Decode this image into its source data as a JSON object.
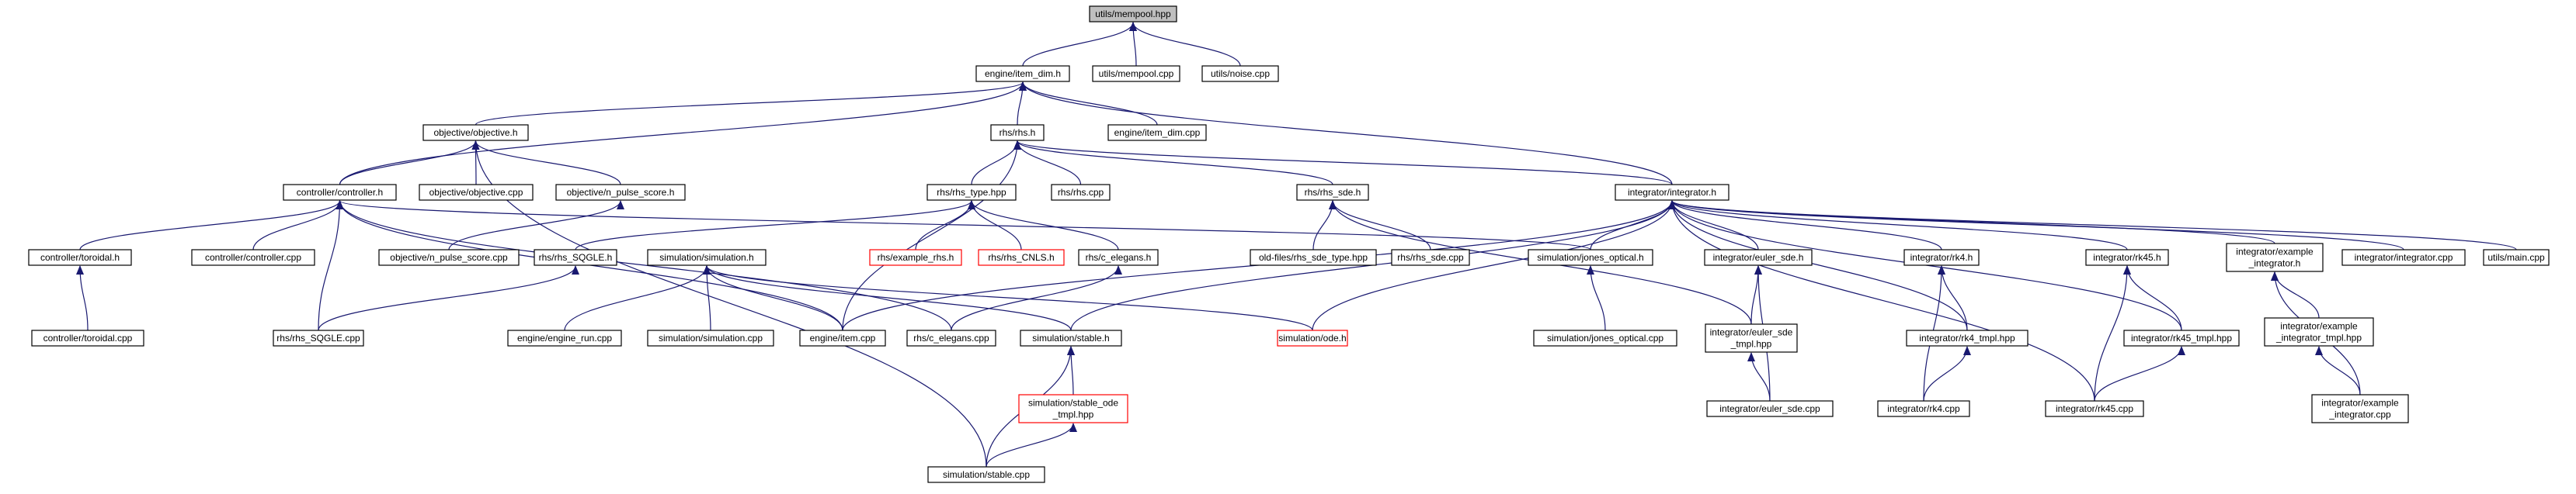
{
  "diagram": {
    "title": "",
    "colors": {
      "edge": "#191970",
      "root_fill": "#bfbfbf",
      "missing_border": "#ff0000",
      "node_fill": "#ffffff",
      "node_border": "#000000"
    },
    "nodes": [
      {
        "id": "mempool_hpp",
        "lines": [
          "utils/mempool.hpp"
        ],
        "style": "root"
      },
      {
        "id": "item_dim_h",
        "lines": [
          "engine/item_dim.h"
        ]
      },
      {
        "id": "mempool_cpp",
        "lines": [
          "utils/mempool.cpp"
        ]
      },
      {
        "id": "noise_cpp",
        "lines": [
          "utils/noise.cpp"
        ]
      },
      {
        "id": "objective_h",
        "lines": [
          "objective/objective.h"
        ]
      },
      {
        "id": "rhs_h",
        "lines": [
          "rhs/rhs.h"
        ]
      },
      {
        "id": "item_dim_cpp",
        "lines": [
          "engine/item_dim.cpp"
        ]
      },
      {
        "id": "controller_h",
        "lines": [
          "controller/controller.h"
        ]
      },
      {
        "id": "objective_cpp",
        "lines": [
          "objective/objective.cpp"
        ]
      },
      {
        "id": "n_pulse_h",
        "lines": [
          "objective/n_pulse_score.h"
        ]
      },
      {
        "id": "rhs_type_hpp",
        "lines": [
          "rhs/rhs_type.hpp"
        ]
      },
      {
        "id": "rhs_cpp",
        "lines": [
          "rhs/rhs.cpp"
        ]
      },
      {
        "id": "rhs_sde_h",
        "lines": [
          "rhs/rhs_sde.h"
        ]
      },
      {
        "id": "integrator_h",
        "lines": [
          "integrator/integrator.h"
        ]
      },
      {
        "id": "toroidal_h",
        "lines": [
          "controller/toroidal.h"
        ]
      },
      {
        "id": "controller_cpp",
        "lines": [
          "controller/controller.cpp"
        ]
      },
      {
        "id": "n_pulse_cpp",
        "lines": [
          "objective/n_pulse_score.cpp"
        ]
      },
      {
        "id": "rhs_sqgle_h",
        "lines": [
          "rhs/rhs_SQGLE.h"
        ]
      },
      {
        "id": "simulation_h",
        "lines": [
          "simulation/simulation.h"
        ]
      },
      {
        "id": "example_rhs_h",
        "lines": [
          "rhs/example_rhs.h"
        ],
        "style": "red"
      },
      {
        "id": "rhs_cnls_h",
        "lines": [
          "rhs/rhs_CNLS.h"
        ],
        "style": "red"
      },
      {
        "id": "c_elegans_h",
        "lines": [
          "rhs/c_elegans.h"
        ]
      },
      {
        "id": "old_rhs_sde_type",
        "lines": [
          "old-files/rhs_sde_type.hpp"
        ]
      },
      {
        "id": "rhs_sde_cpp",
        "lines": [
          "rhs/rhs_sde.cpp"
        ]
      },
      {
        "id": "jones_optical_h",
        "lines": [
          "simulation/jones_optical.h"
        ]
      },
      {
        "id": "euler_sde_h",
        "lines": [
          "integrator/euler_sde.h"
        ]
      },
      {
        "id": "rk4_h",
        "lines": [
          "integrator/rk4.h"
        ]
      },
      {
        "id": "rk45_h",
        "lines": [
          "integrator/rk45.h"
        ]
      },
      {
        "id": "example_integrator_h",
        "lines": [
          "integrator/example",
          "_integrator.h"
        ]
      },
      {
        "id": "integrator_cpp",
        "lines": [
          "integrator/integrator.cpp"
        ]
      },
      {
        "id": "main_cpp",
        "lines": [
          "utils/main.cpp"
        ]
      },
      {
        "id": "toroidal_cpp",
        "lines": [
          "controller/toroidal.cpp"
        ]
      },
      {
        "id": "rhs_sqgle_cpp",
        "lines": [
          "rhs/rhs_SQGLE.cpp"
        ]
      },
      {
        "id": "engine_run_cpp",
        "lines": [
          "engine/engine_run.cpp"
        ]
      },
      {
        "id": "simulation_cpp",
        "lines": [
          "simulation/simulation.cpp"
        ]
      },
      {
        "id": "item_cpp",
        "lines": [
          "engine/item.cpp"
        ]
      },
      {
        "id": "c_elegans_cpp",
        "lines": [
          "rhs/c_elegans.cpp"
        ]
      },
      {
        "id": "stable_h",
        "lines": [
          "simulation/stable.h"
        ]
      },
      {
        "id": "ode_h",
        "lines": [
          "simulation/ode.h"
        ],
        "style": "red"
      },
      {
        "id": "jones_optical_cpp",
        "lines": [
          "simulation/jones_optical.cpp"
        ]
      },
      {
        "id": "euler_sde_tmpl",
        "lines": [
          "integrator/euler_sde",
          "_tmpl.hpp"
        ]
      },
      {
        "id": "rk4_tmpl",
        "lines": [
          "integrator/rk4_tmpl.hpp"
        ]
      },
      {
        "id": "rk45_tmpl",
        "lines": [
          "integrator/rk45_tmpl.hpp"
        ]
      },
      {
        "id": "example_integrator_tmpl",
        "lines": [
          "integrator/example",
          "_integrator_tmpl.hpp"
        ]
      },
      {
        "id": "stable_ode_tmpl",
        "lines": [
          "simulation/stable_ode",
          "_tmpl.hpp"
        ],
        "style": "red"
      },
      {
        "id": "euler_sde_cpp",
        "lines": [
          "integrator/euler_sde.cpp"
        ]
      },
      {
        "id": "rk4_cpp",
        "lines": [
          "integrator/rk4.cpp"
        ]
      },
      {
        "id": "rk45_cpp",
        "lines": [
          "integrator/rk45.cpp"
        ]
      },
      {
        "id": "example_integrator_cpp",
        "lines": [
          "integrator/example",
          "_integrator.cpp"
        ]
      },
      {
        "id": "stable_cpp",
        "lines": [
          "simulation/stable.cpp"
        ]
      }
    ],
    "edges": [
      [
        "item_dim_h",
        "mempool_hpp"
      ],
      [
        "mempool_cpp",
        "mempool_hpp"
      ],
      [
        "noise_cpp",
        "mempool_hpp"
      ],
      [
        "objective_h",
        "item_dim_h"
      ],
      [
        "rhs_h",
        "item_dim_h"
      ],
      [
        "item_dim_cpp",
        "item_dim_h"
      ],
      [
        "controller_h",
        "item_dim_h"
      ],
      [
        "integrator_h",
        "item_dim_h"
      ],
      [
        "controller_h",
        "objective_h"
      ],
      [
        "objective_cpp",
        "objective_h"
      ],
      [
        "n_pulse_h",
        "objective_h"
      ],
      [
        "stable_cpp",
        "objective_h"
      ],
      [
        "rhs_type_hpp",
        "rhs_h"
      ],
      [
        "rhs_cpp",
        "rhs_h"
      ],
      [
        "rhs_sde_h",
        "rhs_h"
      ],
      [
        "integrator_h",
        "rhs_h"
      ],
      [
        "item_cpp",
        "rhs_h"
      ],
      [
        "toroidal_h",
        "controller_h"
      ],
      [
        "controller_cpp",
        "controller_h"
      ],
      [
        "rhs_sqgle_cpp",
        "controller_h"
      ],
      [
        "item_cpp",
        "controller_h"
      ],
      [
        "c_elegans_cpp",
        "controller_h"
      ],
      [
        "jones_optical_h",
        "controller_h"
      ],
      [
        "n_pulse_cpp",
        "n_pulse_h"
      ],
      [
        "rhs_sqgle_h",
        "rhs_type_hpp"
      ],
      [
        "example_rhs_h",
        "rhs_type_hpp"
      ],
      [
        "rhs_cnls_h",
        "rhs_type_hpp"
      ],
      [
        "c_elegans_h",
        "rhs_type_hpp"
      ],
      [
        "old_rhs_sde_type",
        "rhs_sde_h"
      ],
      [
        "rhs_sde_cpp",
        "rhs_sde_h"
      ],
      [
        "euler_sde_tmpl",
        "rhs_sde_h"
      ],
      [
        "jones_optical_h",
        "integrator_h"
      ],
      [
        "euler_sde_h",
        "integrator_h"
      ],
      [
        "rk4_h",
        "integrator_h"
      ],
      [
        "rk45_h",
        "integrator_h"
      ],
      [
        "example_integrator_h",
        "integrator_h"
      ],
      [
        "integrator_cpp",
        "integrator_h"
      ],
      [
        "main_cpp",
        "integrator_h"
      ],
      [
        "item_cpp",
        "integrator_h"
      ],
      [
        "stable_h",
        "integrator_h"
      ],
      [
        "ode_h",
        "integrator_h"
      ],
      [
        "rk4_tmpl",
        "integrator_h"
      ],
      [
        "rk45_tmpl",
        "integrator_h"
      ],
      [
        "rk45_cpp",
        "integrator_h"
      ],
      [
        "toroidal_cpp",
        "toroidal_h"
      ],
      [
        "rhs_sqgle_cpp",
        "rhs_sqgle_h"
      ],
      [
        "engine_run_cpp",
        "simulation_h"
      ],
      [
        "simulation_cpp",
        "simulation_h"
      ],
      [
        "item_cpp",
        "simulation_h"
      ],
      [
        "stable_h",
        "simulation_h"
      ],
      [
        "ode_h",
        "simulation_h"
      ],
      [
        "c_elegans_cpp",
        "c_elegans_h"
      ],
      [
        "jones_optical_cpp",
        "jones_optical_h"
      ],
      [
        "euler_sde_tmpl",
        "euler_sde_h"
      ],
      [
        "euler_sde_cpp",
        "euler_sde_h"
      ],
      [
        "rk4_tmpl",
        "rk4_h"
      ],
      [
        "rk4_cpp",
        "rk4_h"
      ],
      [
        "rk45_tmpl",
        "rk45_h"
      ],
      [
        "rk45_cpp",
        "rk45_h"
      ],
      [
        "example_integrator_tmpl",
        "example_integrator_h"
      ],
      [
        "example_integrator_cpp",
        "example_integrator_h"
      ],
      [
        "stable_ode_tmpl",
        "stable_h"
      ],
      [
        "stable_cpp",
        "stable_h"
      ],
      [
        "euler_sde_cpp",
        "euler_sde_tmpl"
      ],
      [
        "rk4_cpp",
        "rk4_tmpl"
      ],
      [
        "rk45_cpp",
        "rk45_tmpl"
      ],
      [
        "example_integrator_cpp",
        "example_integrator_tmpl"
      ],
      [
        "stable_cpp",
        "stable_ode_tmpl"
      ]
    ]
  }
}
